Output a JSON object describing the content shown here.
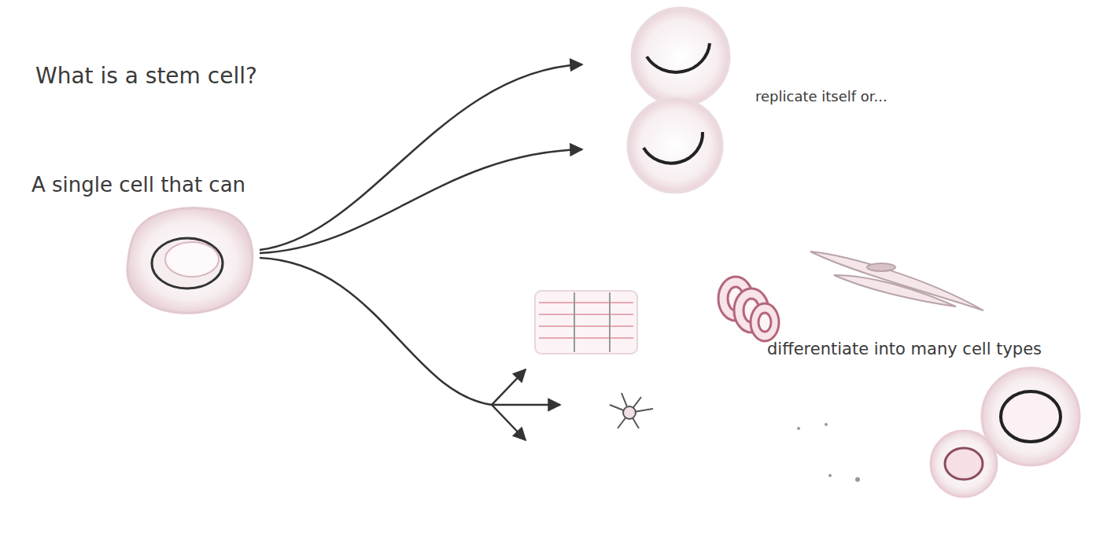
{
  "diagram": {
    "title": "What is a stem cell?",
    "labels": [
      "A single cell that can",
      "replicate itself or...",
      "differentiate into many cell types"
    ]
  }
}
